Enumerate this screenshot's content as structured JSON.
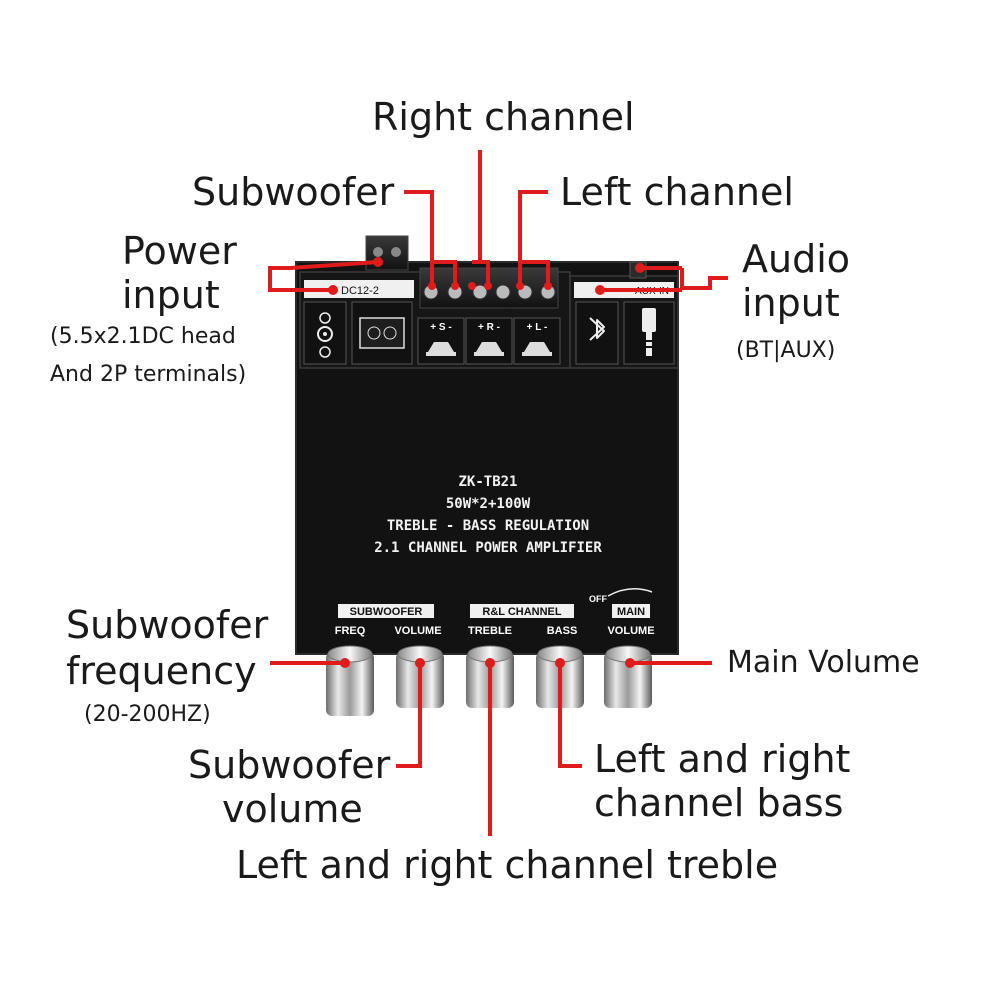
{
  "colors": {
    "callout": "#e01b1b",
    "board": "#111111",
    "panel": "#1c1c1c",
    "text": "#1a1a1a"
  },
  "labels": {
    "right_channel": "Right channel",
    "subwoofer": "Subwoofer",
    "left_channel": "Left channel",
    "power_input_1": "Power",
    "power_input_2": "input",
    "power_note_1": "(5.5x2.1DC head",
    "power_note_2": "And 2P terminals)",
    "audio_input_1": "Audio",
    "audio_input_2": "input",
    "audio_note": "(BT|AUX)",
    "sub_freq_1": "Subwoofer",
    "sub_freq_2": "frequency",
    "sub_freq_note": "(20-200HZ)",
    "main_volume": "Main Volume",
    "sub_volume_1": "Subwoofer",
    "sub_volume_2": "volume",
    "bass_1": "Left and right",
    "bass_2": "channel bass",
    "treble": "Left and right channel treble"
  },
  "board": {
    "model": "ZK-TB21",
    "power": "50W*2+100W",
    "line3": "TREBLE - BASS REGULATION",
    "line4": "2.1 CHANNEL POWER AMPLIFIER",
    "dc_label": "DC12-2",
    "aux_label": "AUX-IN",
    "group_sub": "SUBWOOFER",
    "group_rl": "R&L CHANNEL",
    "group_main": "MAIN",
    "off_label": "OFF",
    "knob_freq": "FREQ",
    "knob_volume": "VOLUME",
    "knob_treble": "TREBLE",
    "knob_bass": "BASS",
    "knob_main_volume": "VOLUME",
    "spk_s": "+ S -",
    "spk_r": "+ R -",
    "spk_l": "+ L -"
  },
  "icons": [
    "bluetooth-icon",
    "aux-jack-icon",
    "speaker-icon",
    "dc-polarity-icon"
  ]
}
